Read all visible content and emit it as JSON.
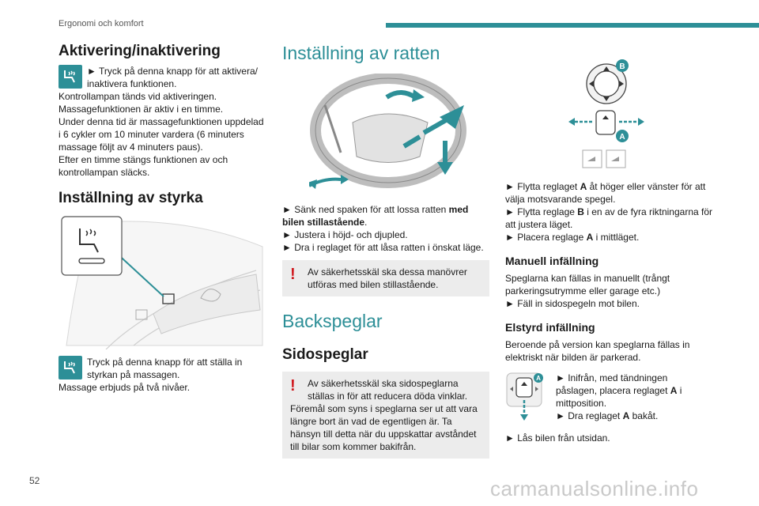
{
  "header": {
    "section": "Ergonomi och komfort"
  },
  "page_number": "52",
  "watermark": "carmanualsonline.info",
  "col1": {
    "h_activation": "Aktivering/inaktivering",
    "activation_bullet": "► Tryck på denna knapp för att aktivera/ inaktivera funktionen.",
    "activation_p1": "Kontrollampan tänds vid aktiveringen.",
    "activation_p2": "Massagefunktionen är aktiv i en timme.",
    "activation_p3": "Under denna tid är massagefunktionen uppdelad i 6 cykler om 10 minuter vardera (6 minuters massage följt av 4 minuters paus).",
    "activation_p4": "Efter en timme stängs funktionen av och kontrollampan släcks.",
    "h_strength": "Inställning av styrka",
    "strength_text": "Tryck på denna knapp för att ställa in styrkan på massagen.",
    "strength_p": "Massage erbjuds på två nivåer."
  },
  "col2": {
    "h_wheel": "Inställning av ratten",
    "b1_pre": "► Sänk ned spaken för att lossa ratten ",
    "b1_bold": "med bilen stillastående",
    "b1_post": ".",
    "b2": "► Justera i höjd- och djupled.",
    "b3": "► Dra i reglaget för att låsa ratten i önskat läge.",
    "warn1": "Av säkerhetsskäl ska dessa manövrer utföras med bilen stillastående.",
    "h_mirrors": "Backspeglar",
    "h_side": "Sidospeglar",
    "warn2_a": "Av säkerhetsskäl ska sidospeglarna ställas in för att reducera döda vinklar.",
    "warn2_b": "Föremål som syns i speglarna ser ut att vara längre bort än vad de egentligen är. Ta hänsyn till detta när du uppskattar avståndet till bilar som kommer bakifrån."
  },
  "col3": {
    "label_b": "B",
    "label_a": "A",
    "b1_pre": "► Flytta reglaget ",
    "b1_bold": "A",
    "b1_post": " åt höger eller vänster för att välja motsvarande spegel.",
    "b2_pre": "► Flytta reglage ",
    "b2_bold": "B",
    "b2_post": " i en av de fyra riktningarna för att justera läget.",
    "b3_pre": "► Placera reglage ",
    "b3_bold": "A",
    "b3_post": " i mittläget.",
    "h_manual": "Manuell infällning",
    "manual_p": "Speglarna kan fällas in manuellt (trångt parkeringsutrymme eller garage etc.)",
    "manual_b": "► Fäll in sidospegeln mot bilen.",
    "h_electric": "Elstyrd infällning",
    "electric_p": "Beroende på version kan speglarna fällas in elektriskt när bilden är parkerad.",
    "e_b1_pre": "► Inifrån, med tändningen påslagen, placera reglaget ",
    "e_b1_bold": "A",
    "e_b1_post": " i mittposition.",
    "e_b2_pre": "► Dra reglaget ",
    "e_b2_bold": "A",
    "e_b2_post": " bakåt.",
    "e_b3": "► Lås bilen från utsidan."
  },
  "colors": {
    "accent": "#2d8f97",
    "warning": "#d0191f",
    "note_bg": "#ececec"
  }
}
